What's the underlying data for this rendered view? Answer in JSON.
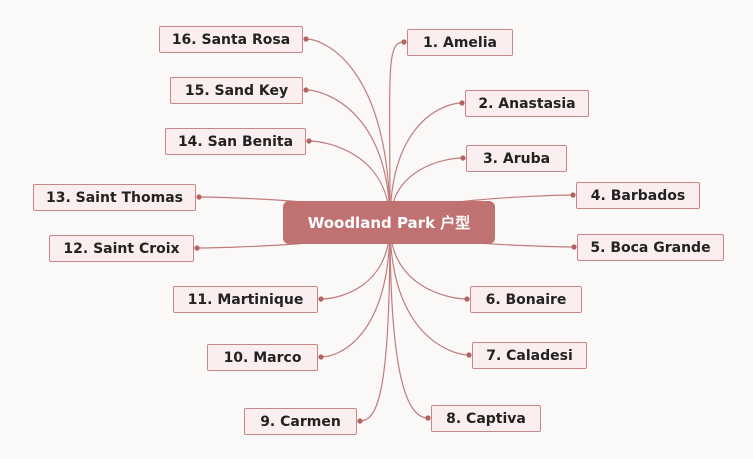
{
  "root": {
    "label": "Woodland Park 户型"
  },
  "topics": [
    {
      "label": "1. Amelia"
    },
    {
      "label": "2. Anastasia"
    },
    {
      "label": "3. Aruba"
    },
    {
      "label": "4. Barbados"
    },
    {
      "label": "5. Boca Grande"
    },
    {
      "label": "6. Bonaire"
    },
    {
      "label": "7. Caladesi"
    },
    {
      "label": "8. Captiva"
    },
    {
      "label": "9. Carmen"
    },
    {
      "label": "10. Marco"
    },
    {
      "label": "11. Martinique"
    },
    {
      "label": "12. Saint Croix"
    },
    {
      "label": "13. Saint Thomas"
    },
    {
      "label": "14. San Benita"
    },
    {
      "label": "15. Sand Key"
    },
    {
      "label": "16. Santa Rosa"
    }
  ],
  "colors": {
    "root_fill": "#c07273",
    "node_fill": "#fbeeee",
    "node_border": "#c98686",
    "connector": "#c07c7c"
  }
}
